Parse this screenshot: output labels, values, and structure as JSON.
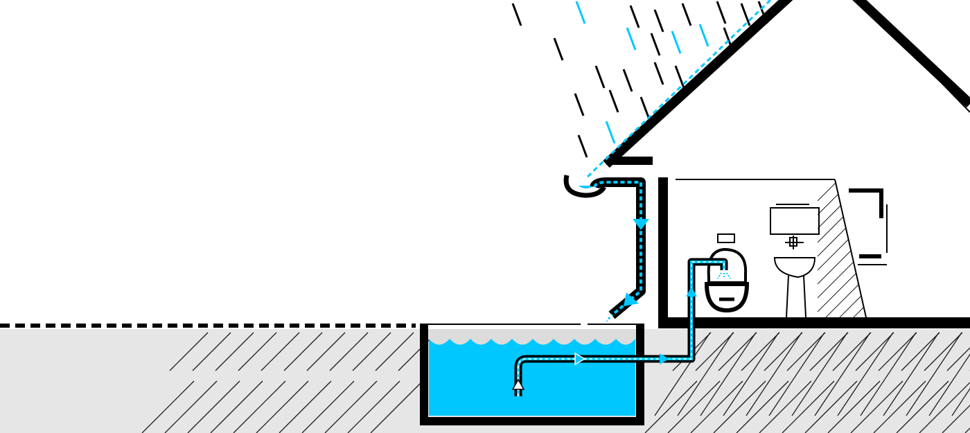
{
  "colors": {
    "background": "#ffffff",
    "ground": "#e6e6e6",
    "ink": "#000000",
    "water": "#00c8ff",
    "water_surface": "#dcdcdc",
    "hatch": "#1a1a1a"
  },
  "elements": {
    "rain": "rain-drops",
    "roof": "roof-outline",
    "gutter": "gutter",
    "downpipe": "downpipe-with-flow",
    "tank": "underground-rainwater-tank",
    "pump_line": "supply-pipe-to-toilet",
    "toilet": "toilet-icon",
    "sink": "wash-basin-icon",
    "window": "window-icon",
    "mirror": "mirror-icon"
  }
}
